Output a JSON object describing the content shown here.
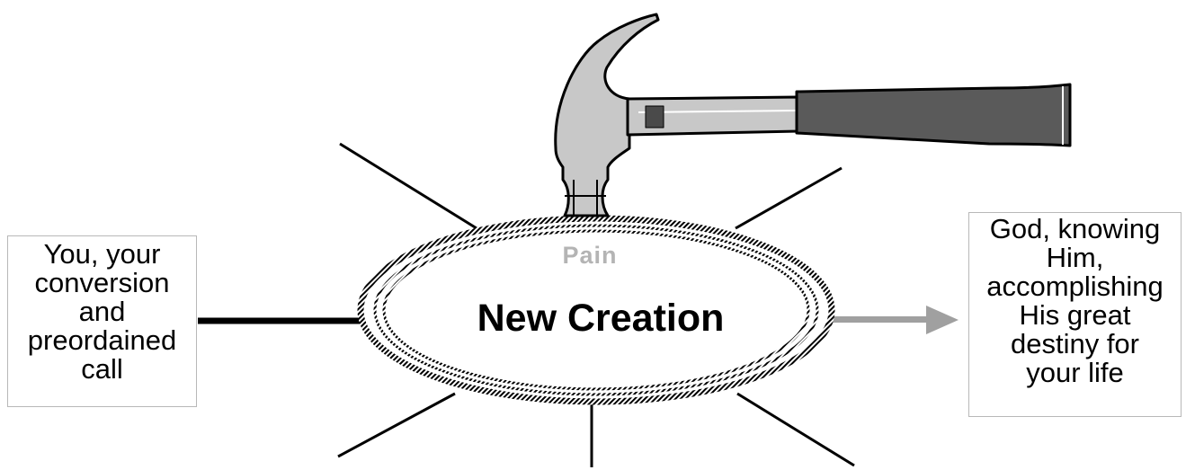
{
  "diagram": {
    "center_label": "New Creation",
    "pain_label": "Pain",
    "left_box_lines": [
      "You, your",
      "conversion",
      "and",
      "preordained",
      "call"
    ],
    "right_box_lines": [
      "God, knowing",
      "Him,",
      "accomplishing",
      "His great",
      "destiny for",
      "your life"
    ],
    "icons": [
      "hammer-icon",
      "arrow-right-icon"
    ],
    "colors": {
      "hammer_head": "#c8c8c8",
      "hammer_grip": "#5a5a5a",
      "pain_text": "#b4b4b4",
      "arrow": "#a0a0a0",
      "lines": "#000000"
    }
  }
}
